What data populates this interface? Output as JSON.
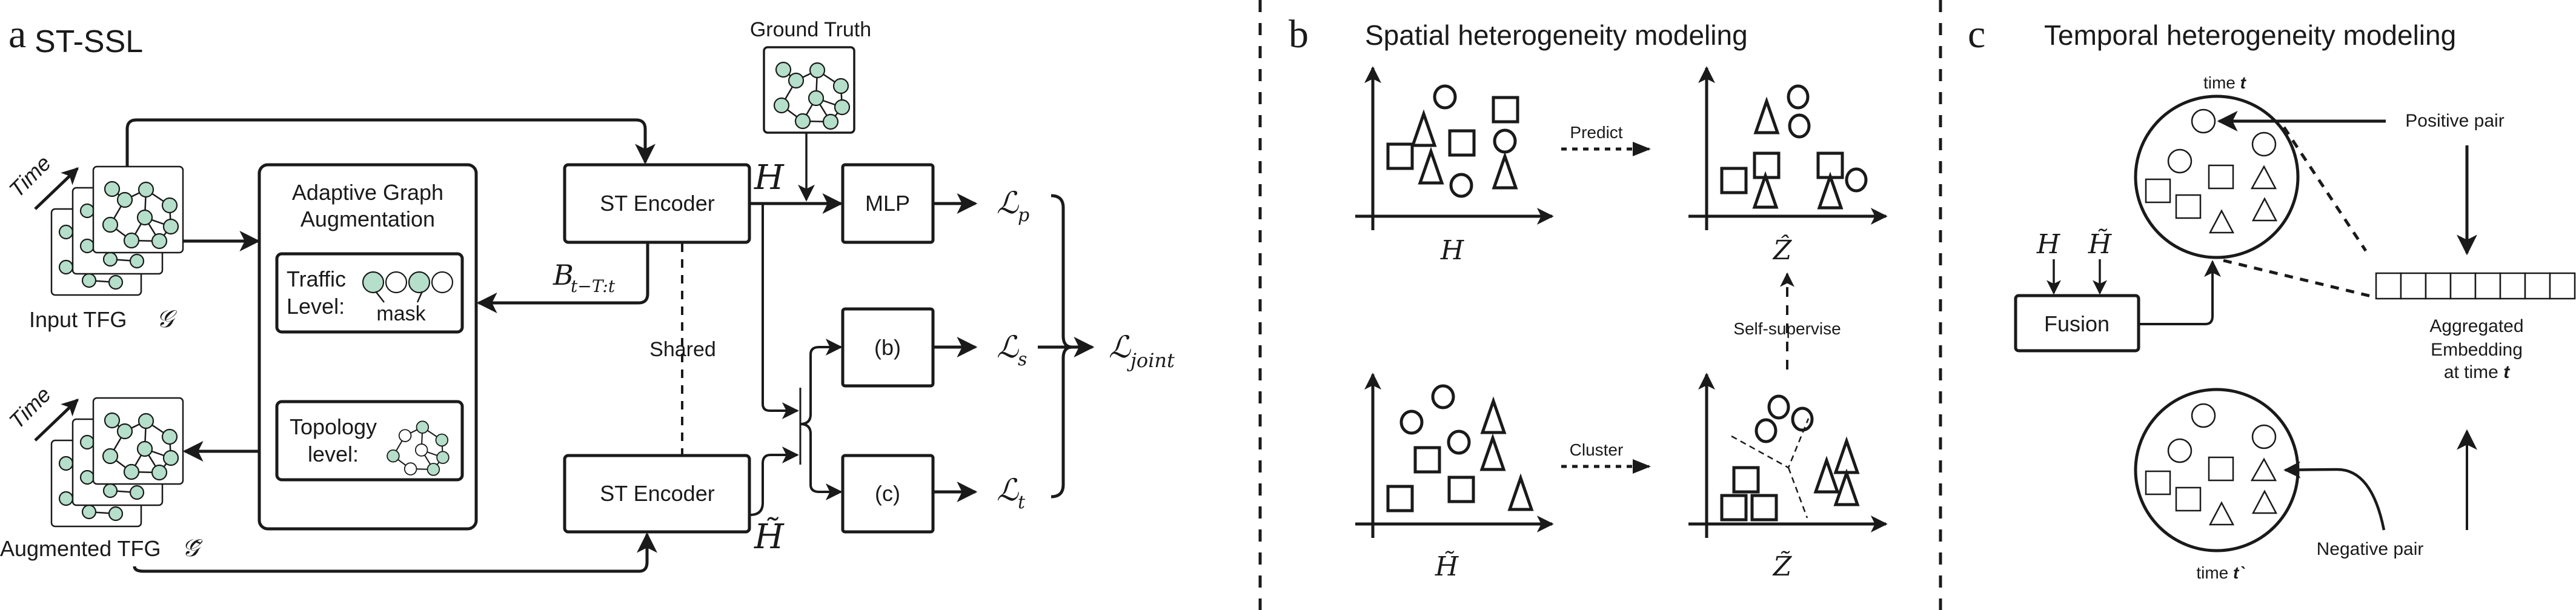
{
  "colors": {
    "node_fill": "#b5dfca",
    "node_empty": "#ffffff",
    "ink": "#1a1a1a",
    "background": "#ffffff"
  },
  "panel_a": {
    "letter": "a",
    "title": "ST-SSL",
    "time_label": "Time",
    "input_label": "Input TFG",
    "input_symbol": "𝒢",
    "augmented_label": "Augmented TFG",
    "augmented_symbol": "𝒢̃",
    "augmentation_title_line1": "Adaptive Graph",
    "augmentation_title_line2": "Augmentation",
    "traffic_line1": "Traffic",
    "traffic_line2": "Level:",
    "mask_label": "mask",
    "traffic_mask_pattern": [
      true,
      false,
      true,
      false
    ],
    "topology_line1": "Topology",
    "topology_line2": "level:",
    "encoder_top": "ST Encoder",
    "encoder_bottom": "ST Encoder",
    "shared_label": "Shared",
    "ground_truth": "Ground Truth",
    "bias_symbol": "B",
    "bias_subscript": "t−T:t",
    "h_symbol": "H",
    "h_tilde_symbol": "H̃",
    "mlp": "MLP",
    "module_b": "(b)",
    "module_c": "(c)",
    "loss_symbol": "ℒ",
    "loss_p_sub": "p",
    "loss_s_sub": "s",
    "loss_t_sub": "t",
    "loss_joint_sub": "joint"
  },
  "panel_b": {
    "letter": "b",
    "title": "Spatial heterogeneity modeling",
    "predict_label": "Predict",
    "cluster_label": "Cluster",
    "self_supervise_label": "Self-supervise",
    "plot_labels": [
      "H",
      "Ẑ",
      "H̃",
      "Z̃"
    ]
  },
  "panel_c": {
    "letter": "c",
    "title": "Temporal heterogeneity modeling",
    "time_t_prefix": "time ",
    "time_t_var": "t",
    "time_t_prime_var": "t`",
    "positive_pair": "Positive pair",
    "negative_pair": "Negative pair",
    "fusion": "Fusion",
    "h_symbol": "H",
    "h_tilde_symbol": "H̃",
    "embedding_line1": "Aggregated",
    "embedding_line2": "Embedding",
    "embedding_line3_prefix": "at time ",
    "embedding_line3_var": "t",
    "embedding_cells": 8
  }
}
